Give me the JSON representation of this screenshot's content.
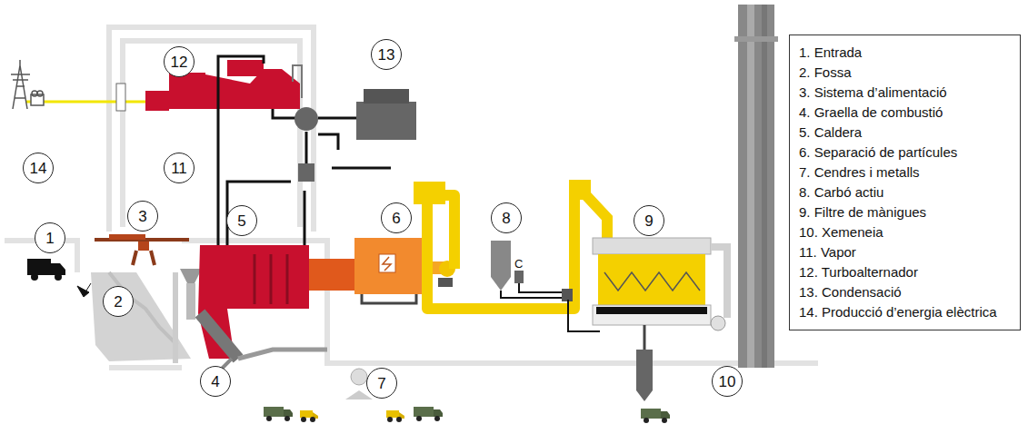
{
  "diagram": {
    "nodes": [
      {
        "text": [
          "1"
        ]
      },
      {
        "text": [
          "2"
        ]
      },
      {
        "text": [
          "3"
        ]
      },
      {
        "text": [
          "4"
        ]
      },
      {
        "text": [
          "5"
        ]
      },
      {
        "text": [
          "6"
        ]
      },
      {
        "text": [
          "7"
        ]
      },
      {
        "text": [
          "8"
        ]
      },
      {
        "text": [
          "9"
        ]
      },
      {
        "text": [
          "10"
        ]
      },
      {
        "text": [
          "11"
        ]
      },
      {
        "text": [
          "12"
        ]
      },
      {
        "text": [
          "13"
        ]
      },
      {
        "text": [
          "14"
        ]
      },
      {
        "text": [
          "1. Entrada",
          "2. Fossa",
          "3. Sistema d’alimentació",
          "4. Graella de combustió",
          "5. Caldera",
          "6. Separació de partícules",
          "7. Cendres i metalls",
          "8. Carbó actiu",
          "9. Filtre de mànigues",
          "10. Xemeneia",
          "11. Vapor",
          "12. Turboalternador",
          "13. Condensació",
          "14. Producció d’energia elèctrica"
        ]
      }
    ],
    "labels": [
      "C"
    ]
  }
}
